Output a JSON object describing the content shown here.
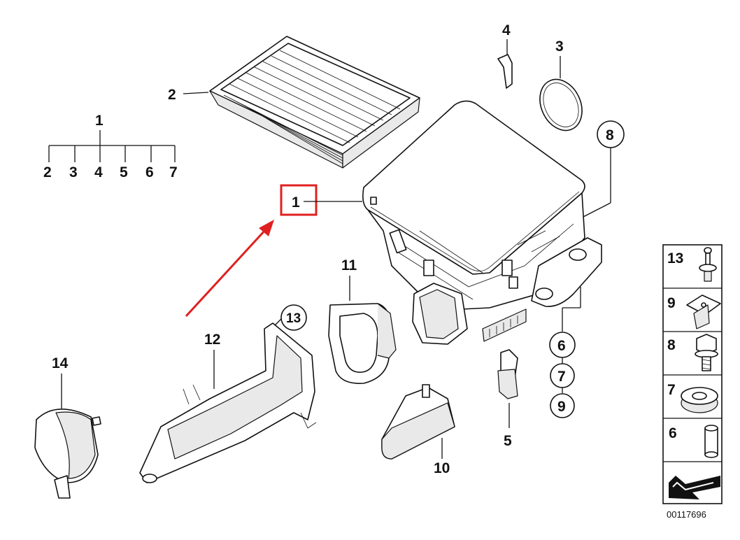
{
  "diagram": {
    "tree_root": "1",
    "tree_children": [
      "2",
      "3",
      "4",
      "5",
      "6",
      "7"
    ],
    "callouts": {
      "main_assembly": "1",
      "filter_element": "2",
      "seal_ring": "3",
      "clip": "4",
      "sensor": "5",
      "grommet_a": "6",
      "grommet_b": "7",
      "bolt": "8",
      "nut": "9",
      "bracket": "10",
      "intake_duct": "11",
      "air_channel": "12",
      "rivet": "13",
      "cover": "14"
    },
    "legend": {
      "items": [
        "13",
        "9",
        "8",
        "7",
        "6"
      ]
    },
    "diagram_code": "00117696",
    "highlight_color": "#e02020",
    "line_color": "#111111"
  }
}
